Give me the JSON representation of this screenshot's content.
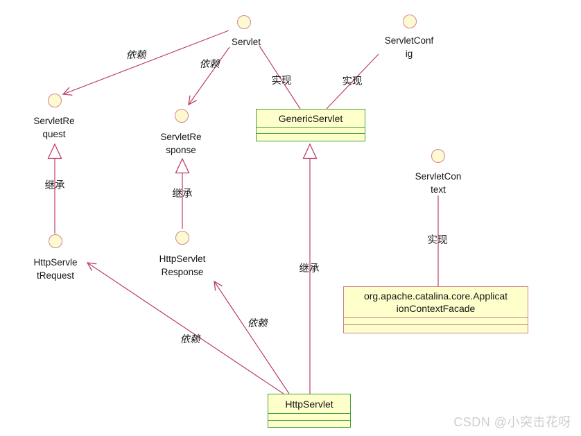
{
  "watermark": "CSDN @小突击花呀",
  "colors": {
    "connector": "#bc3f63",
    "node_fill": "#ffffcc",
    "circle_fill": "#fdf9d0",
    "circle_border": "#d4838f",
    "class_border_green": "#3fa03f",
    "class_border_rose": "#cf7f8e"
  },
  "diagram": {
    "interfaces": [
      {
        "name": "Servlet",
        "display": "Servlet"
      },
      {
        "name": "ServletConfig",
        "display": "ServletConf\nig"
      },
      {
        "name": "ServletRequest",
        "display": "ServletRe\nquest"
      },
      {
        "name": "ServletResponse",
        "display": "ServletRe\nsponse"
      },
      {
        "name": "ServletContext",
        "display": "ServletCon\ntext"
      },
      {
        "name": "HttpServletRequest",
        "display": "HttpServle\ntRequest"
      },
      {
        "name": "HttpServletResponse",
        "display": "HttpServlet\nResponse"
      }
    ],
    "classes": [
      {
        "name": "GenericServlet",
        "display": "GenericServlet"
      },
      {
        "name": "org.apache.catalina.core.ApplicationContextFacade",
        "display": "org.apache.catalina.core.Applicat\nionContextFacade"
      },
      {
        "name": "HttpServlet",
        "display": "HttpServlet"
      }
    ],
    "edges": [
      {
        "from": "Servlet",
        "to": "ServletRequest",
        "type": "dependency",
        "label": "依赖"
      },
      {
        "from": "Servlet",
        "to": "ServletResponse",
        "type": "dependency",
        "label": "依赖"
      },
      {
        "from": "Servlet",
        "to": "GenericServlet",
        "type": "realization",
        "label": "实现"
      },
      {
        "from": "ServletConfig",
        "to": "GenericServlet",
        "type": "realization",
        "label": "实现"
      },
      {
        "from": "HttpServletRequest",
        "to": "ServletRequest",
        "type": "generalization",
        "label": "继承"
      },
      {
        "from": "HttpServletResponse",
        "to": "ServletResponse",
        "type": "generalization",
        "label": "继承"
      },
      {
        "from": "HttpServlet",
        "to": "GenericServlet",
        "type": "generalization",
        "label": "继承"
      },
      {
        "from": "ServletContext",
        "to": "org.apache.catalina.core.ApplicationContextFacade",
        "type": "realization",
        "label": "实现"
      },
      {
        "from": "HttpServlet",
        "to": "HttpServletRequest",
        "type": "dependency",
        "label": "依赖"
      },
      {
        "from": "HttpServlet",
        "to": "HttpServletResponse",
        "type": "dependency",
        "label": "依赖"
      }
    ]
  }
}
